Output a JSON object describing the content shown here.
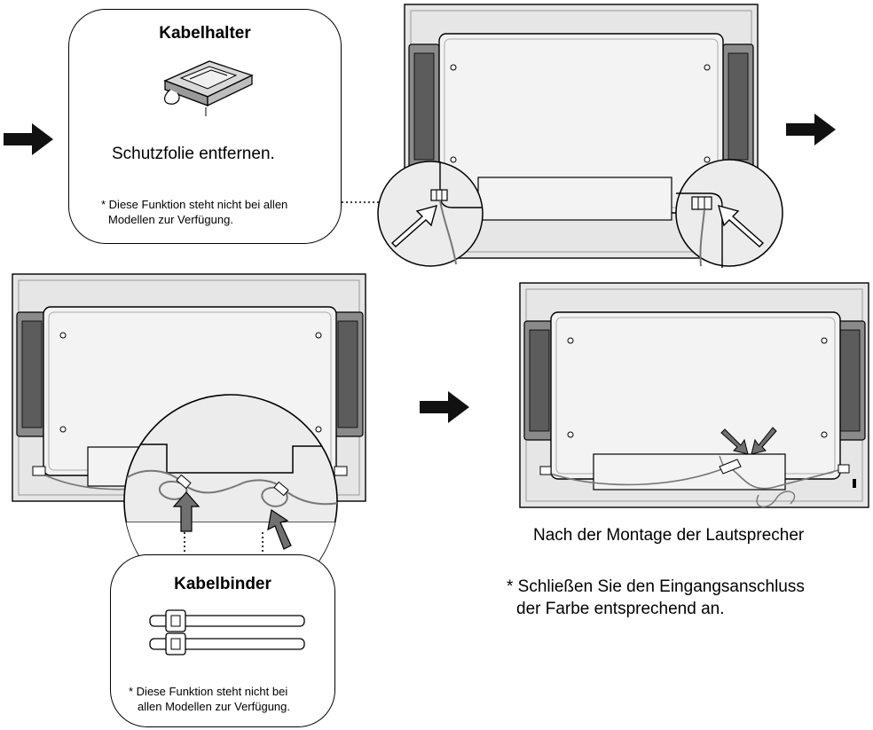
{
  "cable_holder_box": {
    "title": "Kabelhalter",
    "instruction": "Schutzfolie entfernen.",
    "note_line1": "* Diese Funktion steht nicht bei allen",
    "note_line2": "Modellen zur Verfügung."
  },
  "cable_tie_box": {
    "title": "Kabelbinder",
    "note_line1": "* Diese Funktion steht nicht bei",
    "note_line2": "allen Modellen zur Verfügung."
  },
  "result": {
    "caption": "Nach der Montage der Lautsprecher",
    "note_line1": "* Schließen Sie den Eingangsanschluss",
    "note_line2": "der Farbe entsprechend an."
  },
  "colors": {
    "outline": "#000000",
    "tv_frame": "#e6e6e6",
    "panel": "#f3f3f3",
    "speaker": "#8a8a8a",
    "arrow_dark": "#111111",
    "arrow_gray": "#707070"
  }
}
